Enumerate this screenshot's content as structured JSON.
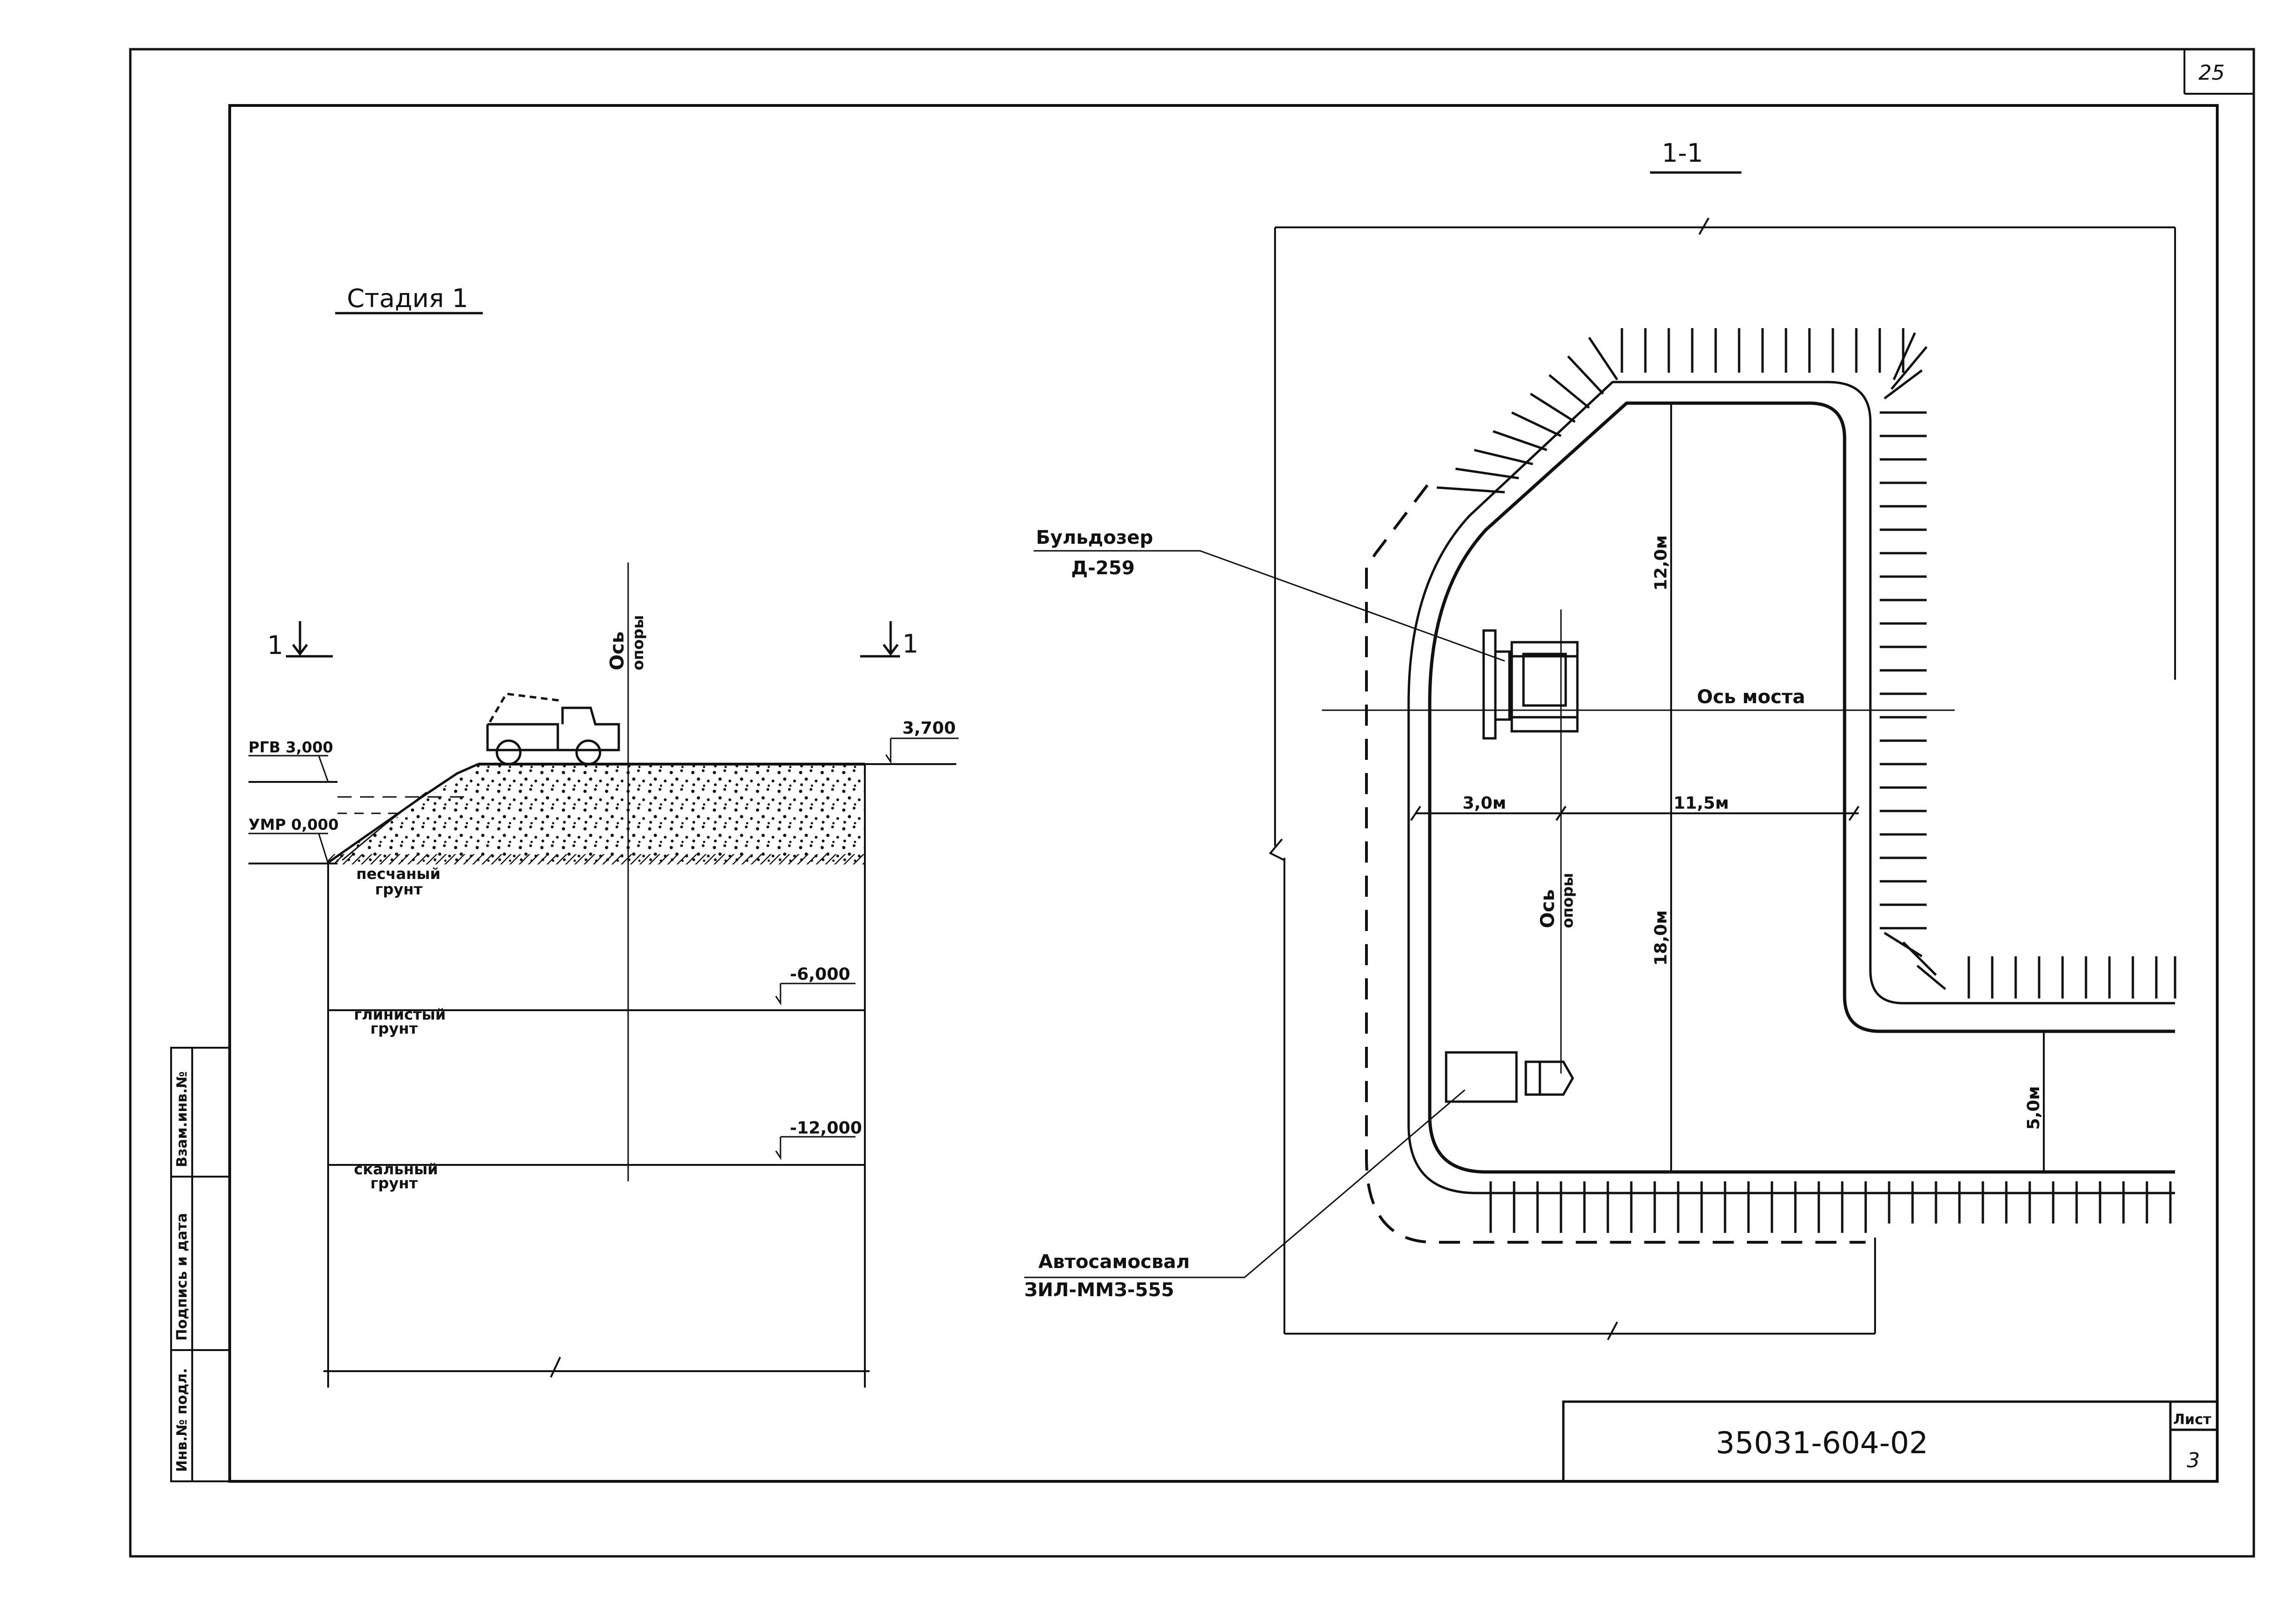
{
  "page_number": "25",
  "stage_title": "Стадия 1",
  "section_title": "1-1",
  "left": {
    "section_mark_left": "1",
    "section_mark_right": "1",
    "pier_axis": [
      "Ось",
      "опоры"
    ],
    "rgv": "РГВ 3,000",
    "umr": "УМР 0,000",
    "top_level": "3,700",
    "soil_sand": [
      "песчаный",
      "грунт"
    ],
    "level_6": "-6,000",
    "soil_clay": [
      "глинистый",
      "грунт"
    ],
    "level_12": "-12,000",
    "soil_rock": [
      "скальный",
      "грунт"
    ]
  },
  "right": {
    "bulldozer": [
      "Бульдозер",
      "Д-259"
    ],
    "truck": [
      "Автосамосвал",
      "ЗИЛ-ММЗ-555"
    ],
    "bridge_axis": "Ось моста",
    "pier_axis": [
      "Ось",
      "опоры"
    ],
    "dim_12": "12,0м",
    "dim_18": "18,0м",
    "dim_3": "3,0м",
    "dim_11_5": "11,5м",
    "dim_5": "5,0м"
  },
  "stamp": {
    "side": [
      "Инв.№ подл.",
      "Подпись и дата",
      "Взам.инв.№"
    ],
    "code": "35031-604-02",
    "sheet_label": "Лист",
    "sheet_no": "3"
  }
}
